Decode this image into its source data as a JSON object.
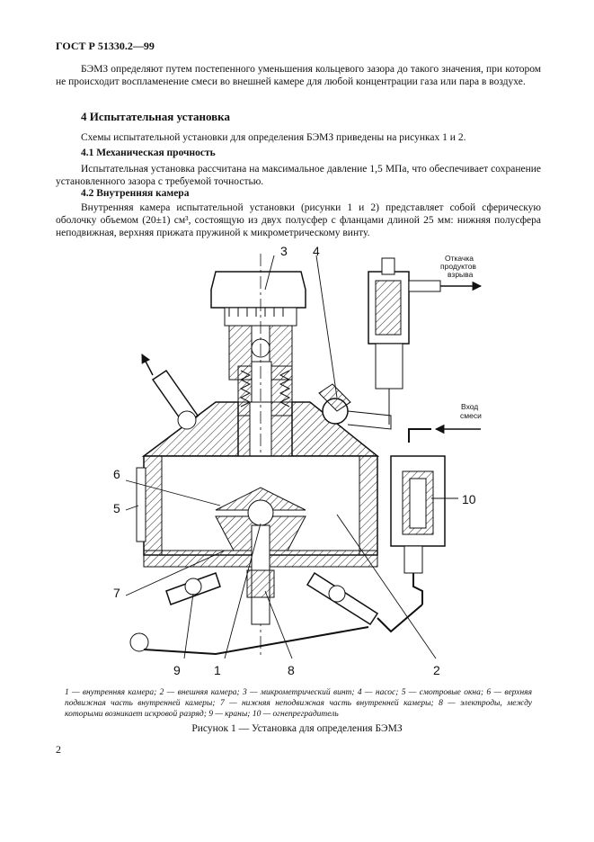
{
  "header": {
    "doc_code": "ГОСТ Р 51330.2—99"
  },
  "intro_paragraph": "БЭМЗ определяют путем постепенного уменьшения кольцевого зазора до такого значения, при котором не происходит воспламенение смеси во внешней камере для любой концентрации газа или пара в воздухе.",
  "section4": {
    "heading": "4 Испытательная установка",
    "text": "Схемы испытательной установки для определения БЭМЗ приведены на рисунках 1 и 2."
  },
  "section4_1": {
    "heading": "4.1 Механическая прочность",
    "text": "Испытательная установка рассчитана на максимальное давление 1,5 МПа, что обеспечивает сохранение установленного зазора с требуемой точностью."
  },
  "section4_2": {
    "heading": "4.2 Внутренняя камера",
    "text": "Внутренняя камера испытательной установки (рисунки 1 и 2) представляет собой сферическую оболочку объемом (20±1) см³, состоящую из двух полусфер с фланцами длиной 25 мм: нижняя полусфера неподвижная, верхняя прижата пружиной к микрометрическому винту."
  },
  "figure": {
    "labels": {
      "n1": "1",
      "n2": "2",
      "n3": "3",
      "n4": "4",
      "n5": "5",
      "n6": "6",
      "n7": "7",
      "n8": "8",
      "n9": "9",
      "n10": "10"
    },
    "exhaust_label_line1": "Откачка",
    "exhaust_label_line2": "продуктов",
    "exhaust_label_line3": "взрыва",
    "inlet_label_line1": "Вход",
    "inlet_label_line2": "смеси"
  },
  "caption": "1 — внутренняя камера; 2 — внешняя камера; 3 — микрометрический винт; 4 — насос; 5 — смотровые окна; 6 — верхняя подвижная часть внутренней камеры; 7 — нижняя неподвижная часть внутренней камеры; 8 — электроды, между которыми возникает искровой разряд; 9 — краны; 10 — огнепреградитель",
  "figure_title": "Рисунок 1 — Установка для определения БЭМЗ",
  "page_number": "2"
}
